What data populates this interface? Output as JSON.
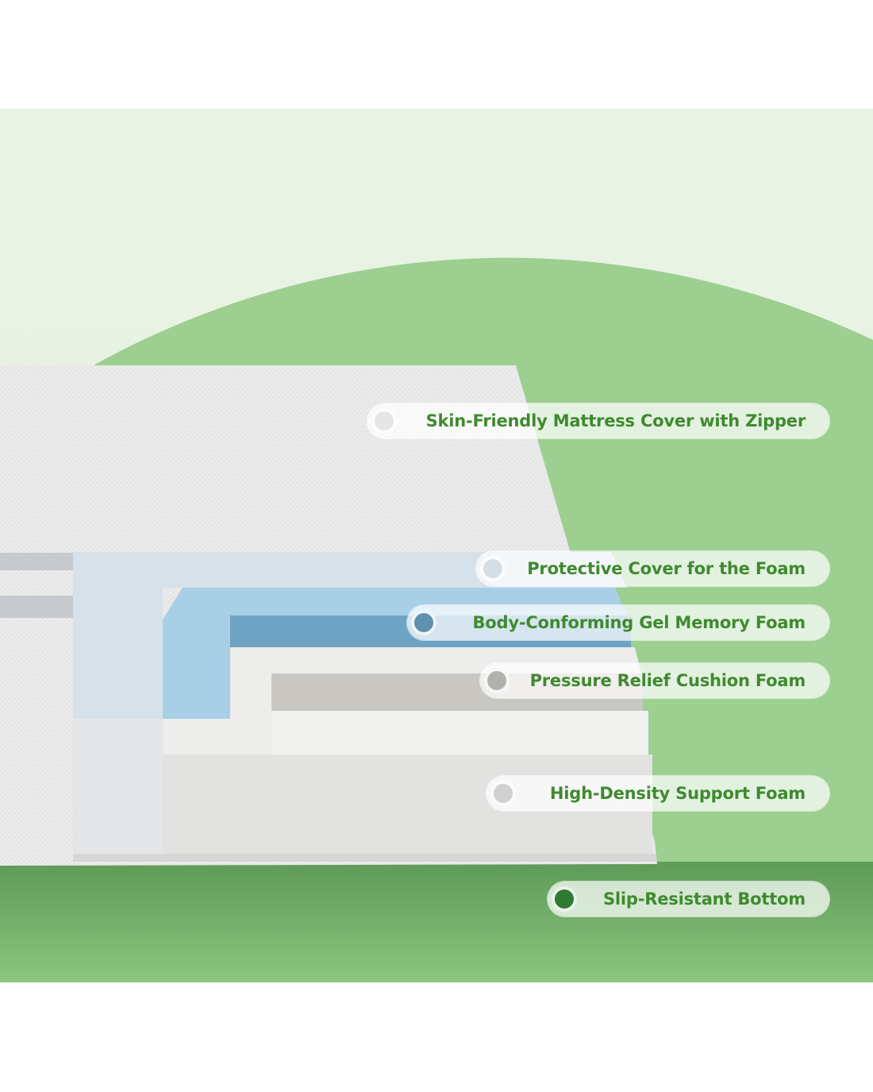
{
  "layers": [
    {
      "label": "Skin-Friendly Mattress Cover with Zipper",
      "dot_color": "#e6e6e6"
    },
    {
      "label": "Protective Cover for the Foam",
      "dot_color": "#d6dee5"
    },
    {
      "label": "Body-Conforming Gel Memory Foam",
      "dot_color": "#5e90b0"
    },
    {
      "label": "Pressure Relief Cushion Foam",
      "dot_color": "#b3b1ad"
    },
    {
      "label": "High-Density Support Foam",
      "dot_color": "#d0d0ce"
    },
    {
      "label": "Slip-Resistant Bottom",
      "dot_color": "#2e7a34"
    }
  ],
  "colors": {
    "label_text": "#3f8a2f",
    "arc_green": "#9ccf90",
    "floor_green": "#6aa863"
  }
}
